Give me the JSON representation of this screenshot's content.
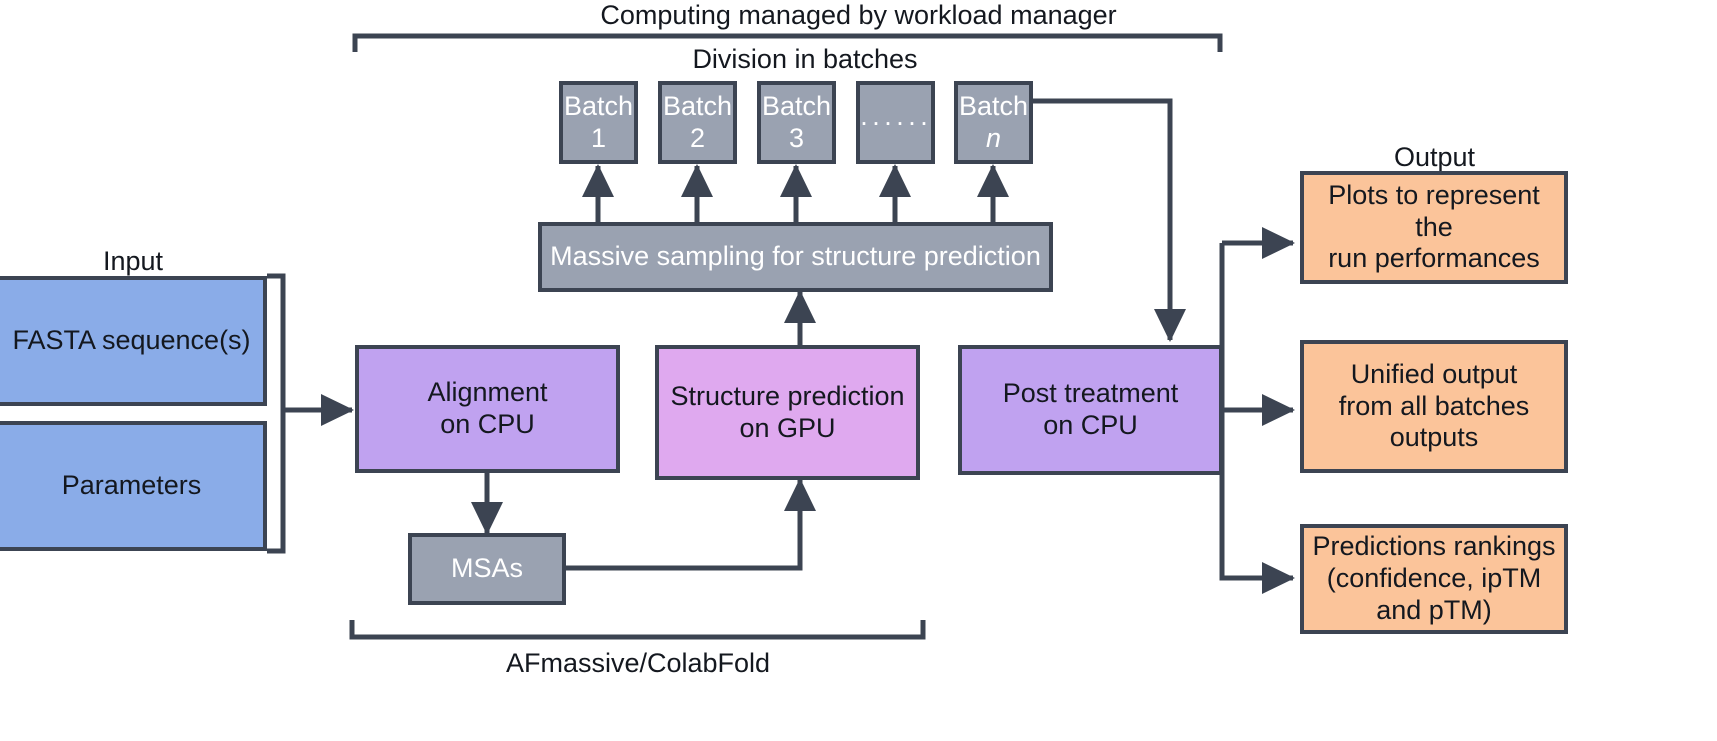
{
  "diagram": {
    "title_top": "Computing managed by workload manager",
    "label_division": "Division in batches",
    "label_input": "Input",
    "label_output": "Output",
    "label_framework": "AFmassive/ColabFold"
  },
  "colors": {
    "stroke": "#3c4452",
    "gray": "#9aa2b1",
    "blue": "#8aace8",
    "purple": "#c0a2f0",
    "pink": "#dfa9ef",
    "orange": "#fbc49a",
    "text_dark": "#14181f",
    "text_light": "#ffffff",
    "background": "#ffffff"
  },
  "batches": [
    {
      "line1": "Batch",
      "line2": "1"
    },
    {
      "line1": "Batch",
      "line2": "2"
    },
    {
      "line1": "Batch",
      "line2": "3"
    },
    {
      "line1": "",
      "line2": "······"
    },
    {
      "line1": "Batch",
      "line2": "n"
    }
  ],
  "blocks": {
    "sampling": "Massive sampling for structure prediction",
    "alignment_l1": "Alignment",
    "alignment_l2": "on CPU",
    "structure_l1": "Structure prediction",
    "structure_l2": "on GPU",
    "post_l1": "Post treatment",
    "post_l2": "on CPU",
    "msas": "MSAs"
  },
  "inputs": {
    "fasta": "FASTA sequence(s)",
    "parameters": "Parameters"
  },
  "outputs": {
    "plots_l1": "Plots to represent the",
    "plots_l2": "run performances",
    "unified_l1": "Unified output",
    "unified_l2": "from all batches",
    "unified_l3": "outputs",
    "rankings_l1": "Predictions rankings",
    "rankings_l2": "(confidence, ipTM",
    "rankings_l3": "and pTM)"
  }
}
